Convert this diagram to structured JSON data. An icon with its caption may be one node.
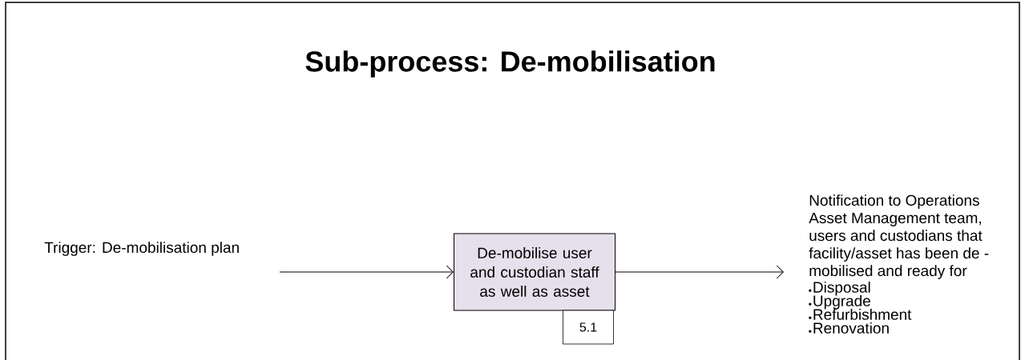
{
  "diagram": {
    "title": "Sub-process: De-mobilisation",
    "nodes": [
      {
        "text": [
          "De-mobilise user and custodian staff as well as asset"
        ]
      },
      {
        "text": [
          "5.1"
        ]
      },
      {
        "text": [
          "Notification to Operations Asset Management team, users and custodians that facility/asset has been de - mobilised and ready for",
          "Disposal",
          "Upgrade",
          "Refurbishment",
          "Renovation"
        ]
      }
    ],
    "edges": [
      {
        "from": null,
        "to": 0,
        "arrow": "to"
      },
      {
        "from": 0,
        "to": 2,
        "arrow": "to"
      }
    ],
    "labels": [
      "Trigger:  De-mobilisation plan"
    ]
  }
}
